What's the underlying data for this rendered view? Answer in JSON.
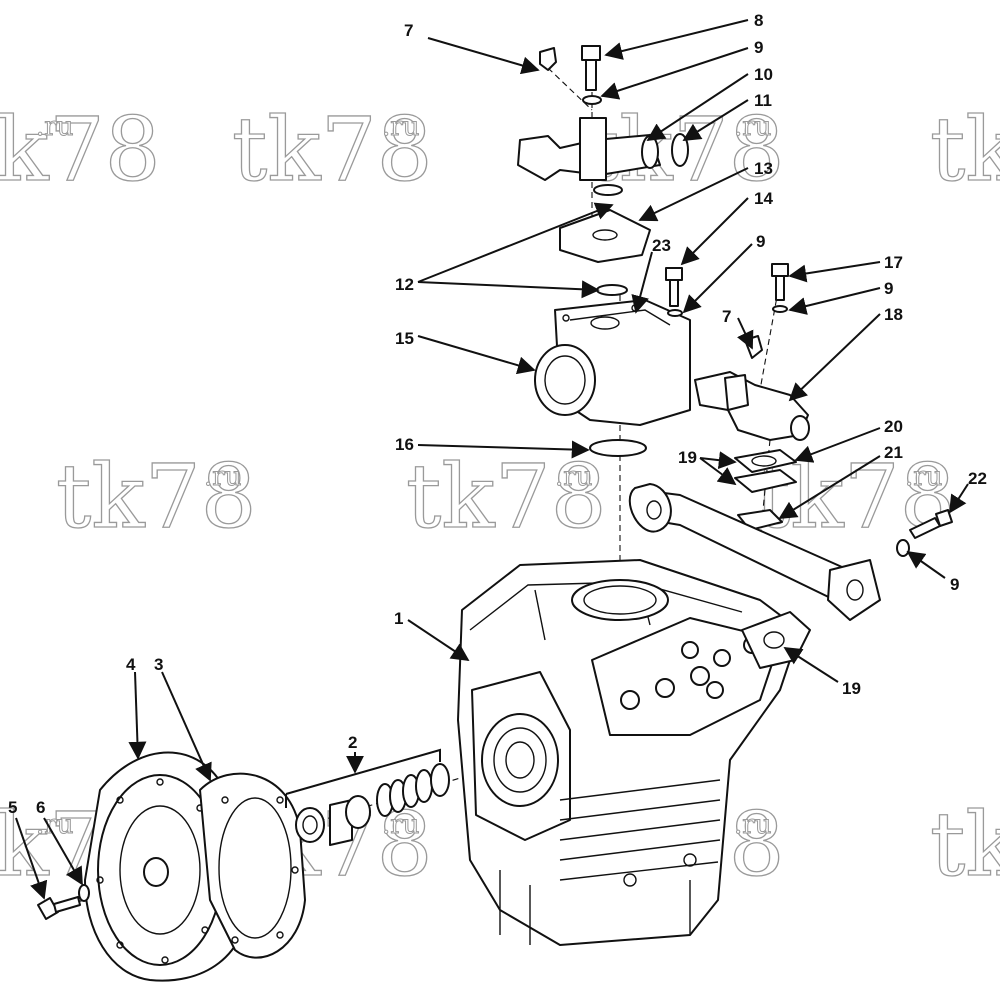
{
  "watermark": {
    "main": "tk78",
    "suffix": ".ru"
  },
  "callouts": {
    "c1": "1",
    "c2": "2",
    "c3": "3",
    "c4": "4",
    "c5": "5",
    "c6": "6",
    "c7a": "7",
    "c7b": "7",
    "c8": "8",
    "c9a": "9",
    "c9b": "9",
    "c9c": "9",
    "c9d": "9",
    "c10": "10",
    "c11": "11",
    "c12": "12",
    "c13": "13",
    "c14": "14",
    "c15": "15",
    "c16": "16",
    "c17": "17",
    "c18": "18",
    "c19a": "19",
    "c19b": "19",
    "c20": "20",
    "c21": "21",
    "c22": "22",
    "c23": "23"
  },
  "colors": {
    "line": "#111111",
    "watermark": "#9a9a9a",
    "background": "#ffffff"
  }
}
